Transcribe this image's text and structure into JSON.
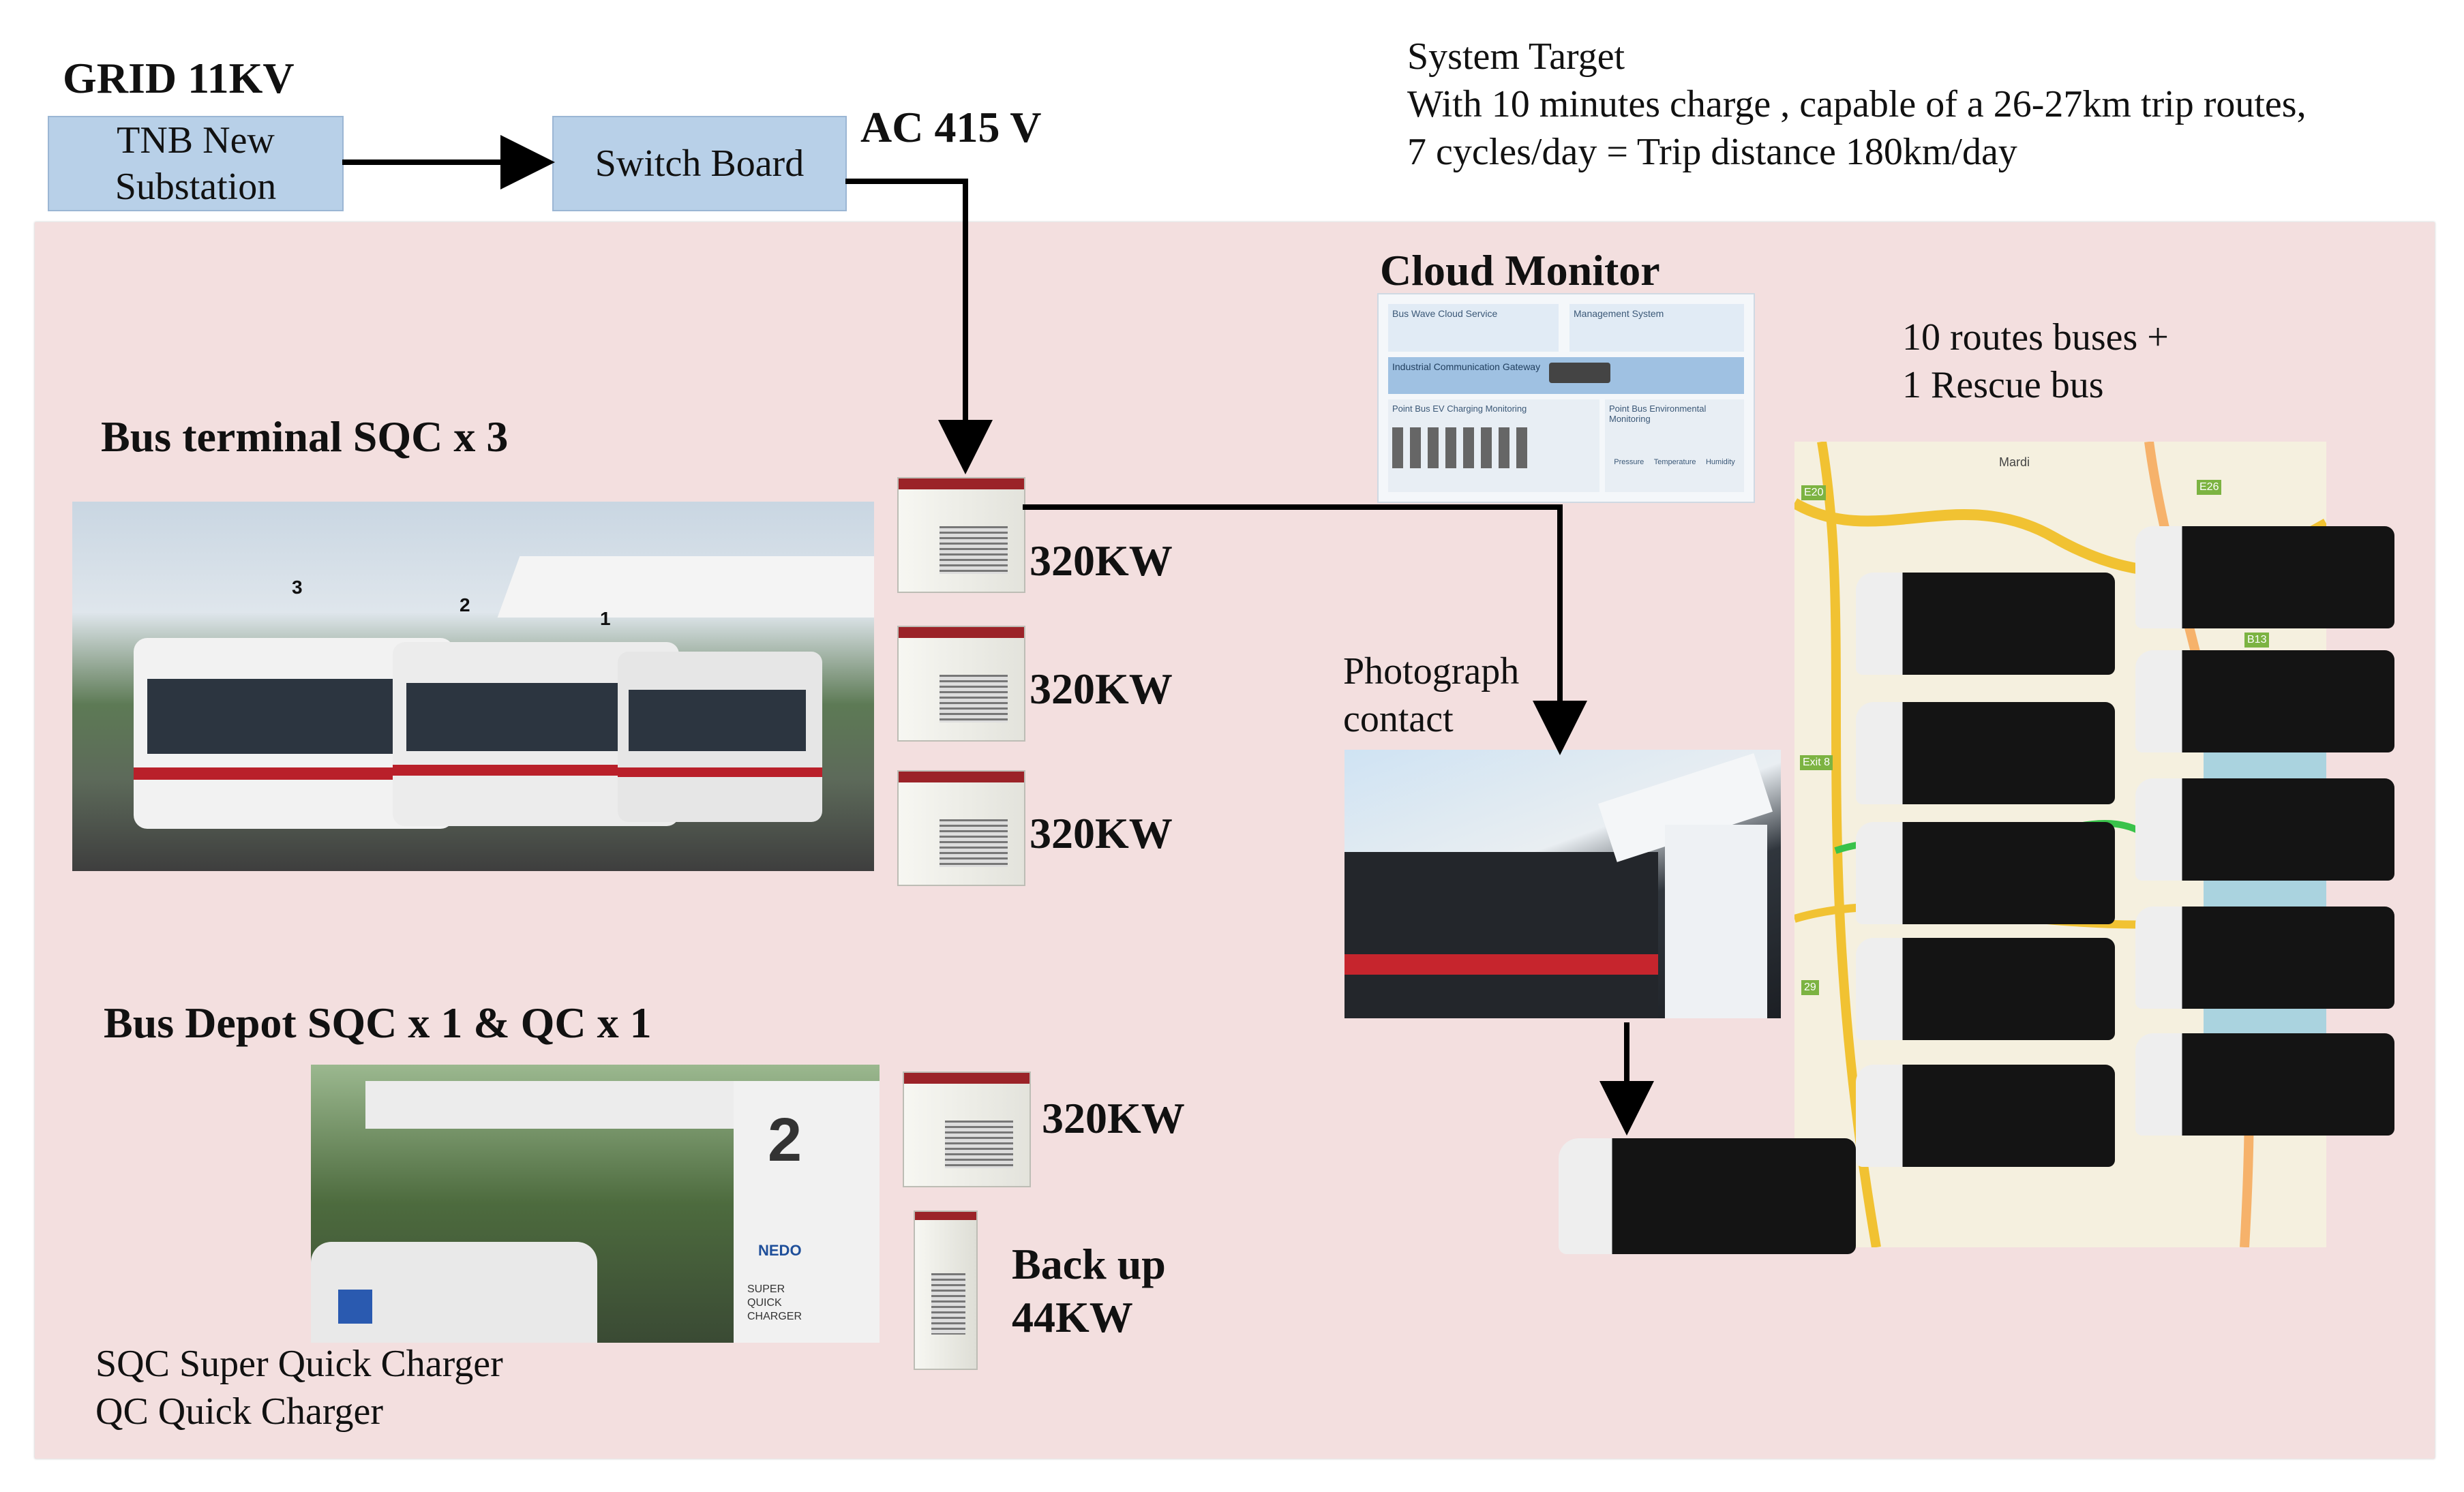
{
  "grid": {
    "title": "GRID 11KV"
  },
  "substation": {
    "line1": "TNB New",
    "line2": "Substation"
  },
  "switchboard": {
    "label": "Switch Board"
  },
  "ac_label": "AC 415 V",
  "system_target": {
    "title": "System Target",
    "line1": "With 10 minutes charge , capable of a 26-27km trip routes,",
    "line2": "7 cycles/day = Trip distance 180km/day"
  },
  "cloud": {
    "title": "Cloud Monitor"
  },
  "routes": {
    "line1": "10 routes buses +",
    "line2": "1 Rescue bus"
  },
  "terminal": {
    "title": "Bus terminal SQC x 3",
    "charger_labels": [
      "320KW",
      "320KW",
      "320KW"
    ]
  },
  "photo_contact": {
    "line1": "Photograph",
    "line2": "contact"
  },
  "depot": {
    "title": "Bus Depot SQC x 1 & QC x 1",
    "sqc_label": "320KW",
    "backup_line1": "Back up",
    "backup_line2": "44KW"
  },
  "legend": {
    "sqc": "SQC Super Quick Charger",
    "qc": "QC Quick Charger"
  },
  "depot_photo_text": {
    "number": "2",
    "brand": "NEDO",
    "line1": "SUPER",
    "line2": "QUICK",
    "line3": "CHARGER"
  },
  "terminal_photo_text": {
    "n1": "3",
    "n2": "2",
    "n3": "1"
  },
  "cloud_panel_text": {
    "box1": "Bus Wave Cloud Service",
    "box2": "Management System",
    "row2": "Industrial Communication Gateway",
    "row3a": "Point Bus EV Charging Monitoring",
    "row3b": "Point Bus Environmental Monitoring",
    "s1": "Pressure",
    "s2": "Temperature",
    "s3": "Humidity"
  },
  "map_labels": {
    "e20": "E20",
    "e26": "E26",
    "mardi": "Mardi",
    "b13": "B13",
    "exit": "Exit 8",
    "r29": "29"
  },
  "colors": {
    "panel": "#f3dfdf",
    "box": "#b8d0e8",
    "arrow": "#000000"
  }
}
